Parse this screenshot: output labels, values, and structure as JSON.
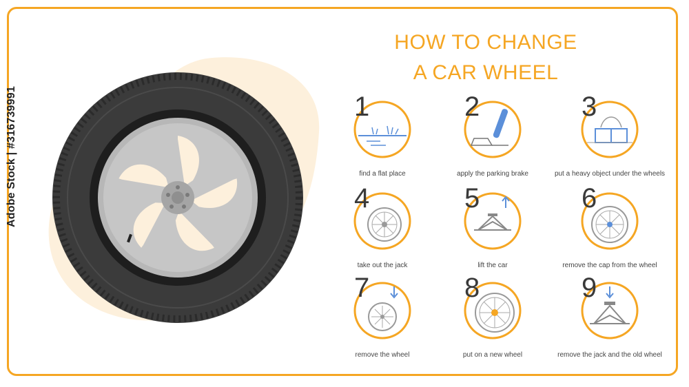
{
  "title": {
    "line1": "HOW TO CHANGE",
    "line2": "A CAR WHEEL"
  },
  "side_text": "Adobe Stock | #316739991",
  "colors": {
    "accent": "#f5a623",
    "tire": "#3b3b3b",
    "rim": "#b7b7b7",
    "blob": "#fdf0dc",
    "line_blue": "#5b8fd9"
  },
  "steps": [
    {
      "number": "1",
      "label": "find a flat place",
      "icon": "flat-ground-icon"
    },
    {
      "number": "2",
      "label": "apply the parking brake",
      "icon": "parking-brake-icon"
    },
    {
      "number": "3",
      "label": "put a heavy object under the wheels",
      "icon": "wheel-chock-icon"
    },
    {
      "number": "4",
      "label": "take out the jack",
      "icon": "wheel-icon"
    },
    {
      "number": "5",
      "label": "lift the car",
      "icon": "jack-lift-icon"
    },
    {
      "number": "6",
      "label": "remove the cap from the wheel",
      "icon": "wheel-cap-icon"
    },
    {
      "number": "7",
      "label": "remove the wheel",
      "icon": "wheel-remove-icon"
    },
    {
      "number": "8",
      "label": "put on a new wheel",
      "icon": "new-wheel-icon"
    },
    {
      "number": "9",
      "label": "remove the jack and the old wheel",
      "icon": "jack-lower-icon"
    }
  ]
}
